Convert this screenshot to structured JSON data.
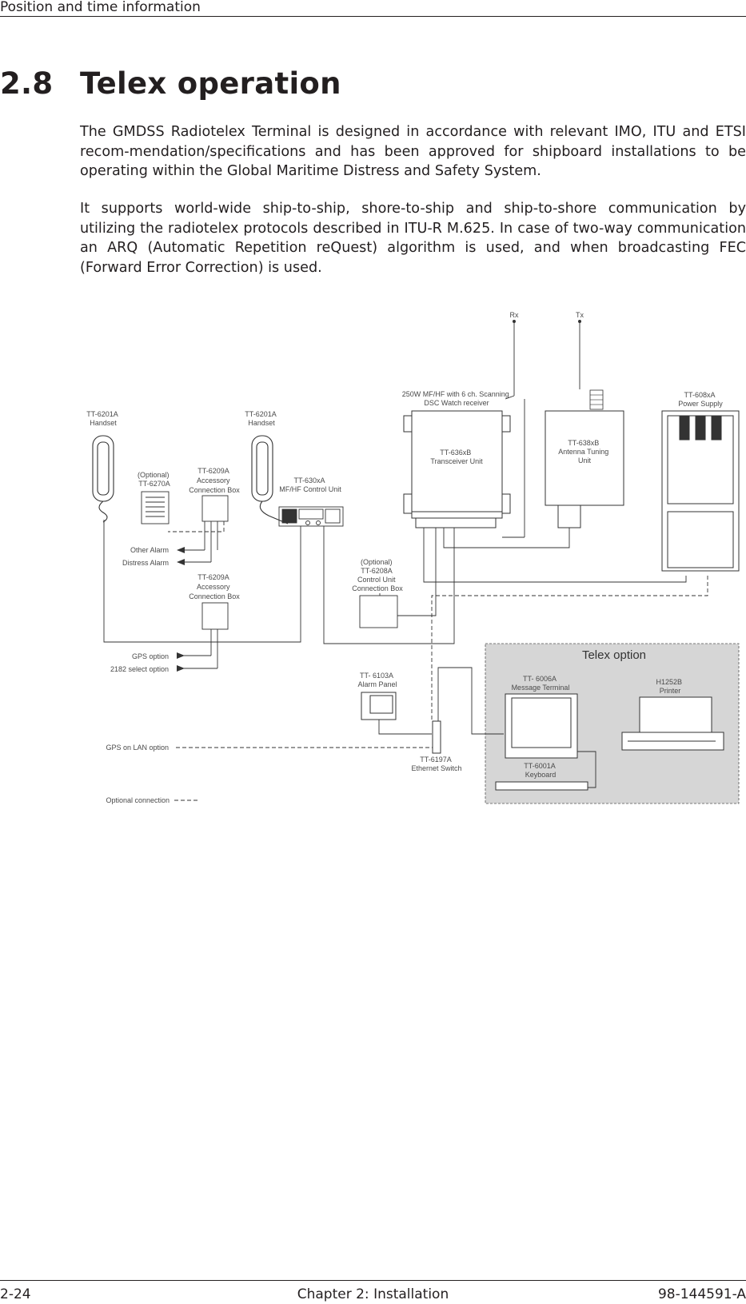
{
  "header": {
    "text": "Position and time information"
  },
  "section": {
    "number": "2.8",
    "title": "Telex operation"
  },
  "paragraphs": [
    "The GMDSS Radiotelex Terminal is designed in accordance with relevant IMO, ITU and ETSI recom-mendation/specifications and has been approved for shipboard installations to be operating within the Global Maritime Distress and Safety System.",
    "It supports world-wide ship-to-ship, shore-to-ship and ship-to-shore communication by utilizing the radiotelex protocols described in ITU-R M.625. In case of two-way communication an ARQ (Automatic Repetition reQuest) algorithm is used, and when broadcasting FEC (Forward Error Correction) is used."
  ],
  "diagram": {
    "antennas": {
      "rx": "Rx",
      "tx": "Tx"
    },
    "receiver_note": [
      "250W MF/HF with 6 ch. Scanning",
      "DSC Watch receiver"
    ],
    "power_supply": [
      "TT-608xA",
      "Power Supply"
    ],
    "handset_left": [
      "TT-6201A",
      "Handset"
    ],
    "handset_right": [
      "TT-6201A",
      "Handset"
    ],
    "transceiver": [
      "TT-636xB",
      "Transceiver Unit"
    ],
    "antenna_tuning": [
      "TT-638xB",
      "Antenna Tuning",
      "Unit"
    ],
    "optional_6270": [
      "(Optional)",
      "TT-6270A"
    ],
    "acc_box_top": [
      "TT-6209A",
      "Accessory",
      "Connection Box"
    ],
    "control_unit": [
      "TT-630xA",
      "MF/HF Control Unit"
    ],
    "other_alarm": "Other Alarm",
    "distress_alarm": "Distress Alarm",
    "acc_box_bottom": [
      "TT-6209A",
      "Accessory",
      "Connection Box"
    ],
    "control_box": [
      "(Optional)",
      "TT-6208A",
      "Control Unit",
      "Connection Box"
    ],
    "gps_option": "GPS option",
    "select_2182": "2182 select option",
    "telex_option": "Telex option",
    "alarm_panel": [
      "TT- 6103A",
      "Alarm Panel"
    ],
    "message_terminal": [
      "TT- 6006A",
      "Message Terminal"
    ],
    "printer": [
      "H1252B",
      "Printer"
    ],
    "gps_lan": "GPS on LAN option",
    "ethernet_switch": [
      "TT-6197A",
      "Ethernet Switch"
    ],
    "keyboard": [
      "TT-6001A",
      "Keyboard"
    ],
    "optional_connection": "Optional connection",
    "colors": {
      "telex_bg": "#d6d6d6",
      "line": "#333333",
      "label": "#4a4a4a"
    }
  },
  "footer": {
    "left": "2-24",
    "center": "Chapter 2: Installation",
    "right": "98-144591-A"
  }
}
